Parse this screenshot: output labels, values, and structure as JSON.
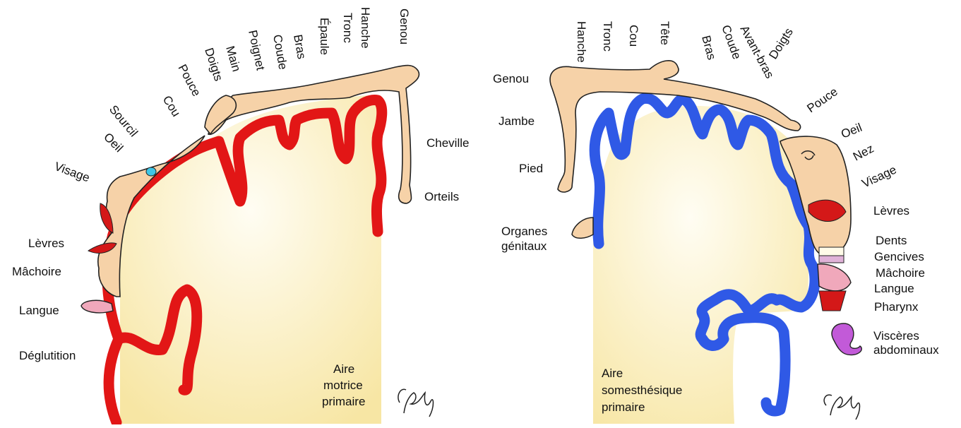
{
  "colors": {
    "motor_cortex": "#e21616",
    "sensory_cortex": "#2f59e6",
    "skin": "#f6d2a8",
    "cortex_fill": "#fbf2c9",
    "lips": "#d41818",
    "tongue": "#f0a8bb",
    "eye": "#3ec6e6",
    "viscera": "#c25ad8"
  },
  "motor": {
    "area_label": [
      "Aire",
      "motrice",
      "primaire"
    ],
    "labels": {
      "genou": "Genou",
      "hanche": "Hanche",
      "tronc": "Tronc",
      "epaule": "Épaule",
      "bras": "Bras",
      "coude": "Coude",
      "poignet": "Poignet",
      "main": "Main",
      "doigts": "Doigts",
      "pouce": "Pouce",
      "cou": "Cou",
      "sourcil": "Sourcil",
      "oeil": "Oeil",
      "visage": "Visage",
      "levres": "Lèvres",
      "machoire": "Mâchoire",
      "langue": "Langue",
      "deglutition": "Déglutition",
      "cheville": "Cheville",
      "orteils": "Orteils"
    }
  },
  "sensory": {
    "area_label": [
      "Aire",
      "somesthésique",
      "primaire"
    ],
    "labels": {
      "hanche": "Hanche",
      "tronc": "Tronc",
      "cou": "Cou",
      "tete": "Tête",
      "bras": "Bras",
      "coude": "Coude",
      "avant_bras": "Avant-bras",
      "doigts": "Doigts",
      "pouce": "Pouce",
      "genou": "Genou",
      "jambe": "Jambe",
      "pied": "Pied",
      "organes_1": "Organes",
      "organes_2": "génitaux",
      "oeil": "Oeil",
      "nez": "Nez",
      "visage": "Visage",
      "levres": "Lèvres",
      "dents": "Dents",
      "gencives": "Gencives",
      "machoire": "Mâchoire",
      "langue": "Langue",
      "pharynx": "Pharynx",
      "visceres_1": "Viscères",
      "visceres_2": "abdominaux"
    }
  }
}
